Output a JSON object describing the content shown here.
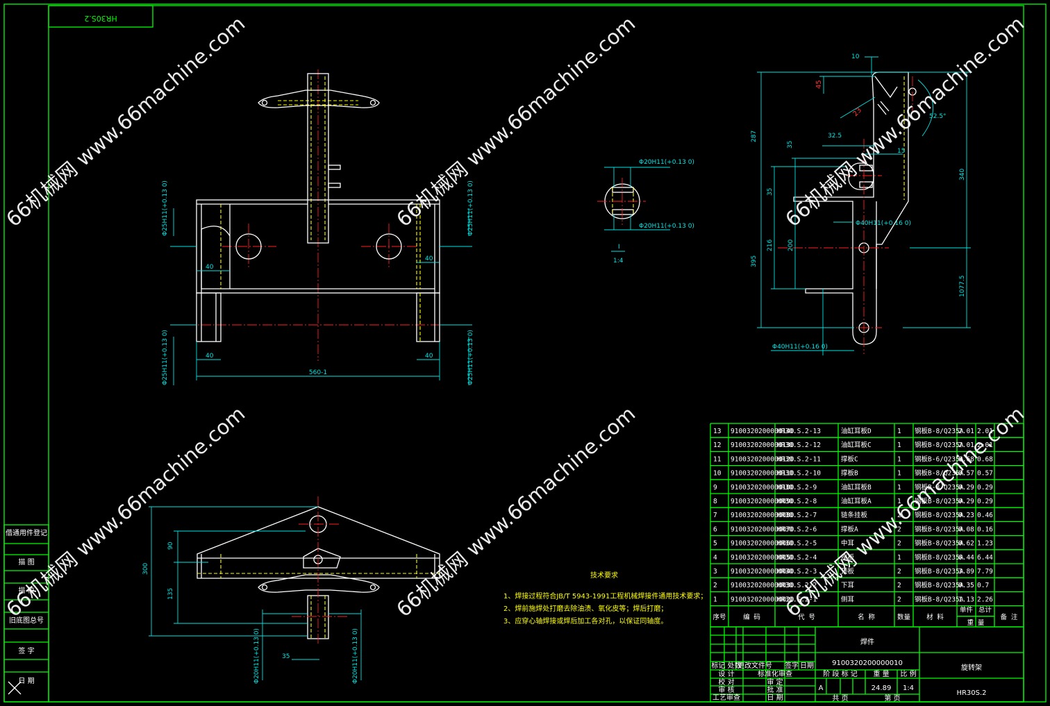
{
  "drawing_number_top": "HR30S.2",
  "watermark": "66机械网 www.66machine.com",
  "dims_front": {
    "fit_left_top": "Φ25H11(+0.13 0)",
    "fit_left_bottom": "Φ25H11(+0.13 0)",
    "fit_right_top": "Φ25H11(+0.13 0)",
    "fit_right_bottom": "Φ25H11(+0.13 0)",
    "d40_a": "40",
    "d40_b": "40",
    "d40_c": "40",
    "d40_d": "40",
    "width": "560-1"
  },
  "detail": {
    "fit_top": "Φ20H11(+0.13 0)",
    "fit_bottom": "Φ20H11(+0.13 0)",
    "label": "I",
    "scale": "1:4"
  },
  "dims_side": {
    "d10": "10",
    "d45": "45",
    "d23": "23",
    "d32_5": "32.5",
    "d15": "15",
    "d35": "35",
    "d287": "287",
    "d35b": "35",
    "d216": "216",
    "d200": "200",
    "d395": "395",
    "d340": "340",
    "d1077_5": "1077.5",
    "angle": "52.5°",
    "fit_mid": "Φ40H11(+0.16 0)",
    "fit_bot": "Φ40H11(+0.16 0)"
  },
  "dims_bottom": {
    "d90": "90",
    "d300": "300",
    "d135": "135",
    "d35": "35",
    "fit_left": "Φ20H11(+0.13 0)",
    "fit_right": "Φ20H11(+0.13 0)"
  },
  "tech": {
    "title": "技术要求",
    "items": [
      "1、焊接过程符合JB/T 5943-1991工程机械焊接件通用技术要求；",
      "2、焊前施焊处打磨去除油渍、氧化皮等；焊后打磨；",
      "3、应穿心轴焊接或焊后加工各对孔，以保证同轴度。"
    ]
  },
  "side_blocks": [
    "借通用件登记",
    "描 图",
    "描 校",
    "旧底图总号",
    "签 字",
    "日 期"
  ],
  "bom": {
    "rows": [
      [
        "13",
        "9100320200000140",
        "HR30.S.2-13",
        "油缸耳板D",
        "1",
        "钢板B-8/Q235A",
        "2.01",
        "2.01"
      ],
      [
        "12",
        "9100320200000130",
        "HR30.S.2-12",
        "油缸耳板C",
        "1",
        "钢板B-8/Q235A",
        "2.01",
        "2.01"
      ],
      [
        "11",
        "9100320200000120",
        "HR30.S.2-11",
        "撑板C",
        "1",
        "钢板B-6/Q235A",
        "0.68",
        "0.68"
      ],
      [
        "10",
        "9100320200000110",
        "HR30.S.2-10",
        "撑板B",
        "1",
        "钢板B-8/Q235A",
        "0.57",
        "0.57"
      ],
      [
        "9",
        "9100320200000100",
        "HR30.S.2-9",
        "油缸耳板B",
        "1",
        "钢板B-8/Q235A",
        "0.29",
        "0.29"
      ],
      [
        "8",
        "9100320200000090",
        "HR30.S.2-8",
        "油缸耳板A",
        "1",
        "钢板B-8/Q235A",
        "0.29",
        "0.29"
      ],
      [
        "7",
        "9100320200000080",
        "HR30.S.2-7",
        "链条挂板",
        "2",
        "钢板B-8/Q235A",
        "0.23",
        "0.46"
      ],
      [
        "6",
        "9100320200000070",
        "HR30.S.2-6",
        "撑板A",
        "2",
        "钢板B-8/Q235A",
        "0.08",
        "0.16"
      ],
      [
        "5",
        "9100320200000060",
        "HR30.S.2-5",
        "中耳",
        "2",
        "钢板B-8/Q235A",
        "0.62",
        "1.23"
      ],
      [
        "4",
        "9100320200000050",
        "HR30.S.2-4",
        "座板",
        "1",
        "钢板B-8/Q235A",
        "6.44",
        "6.44"
      ],
      [
        "3",
        "9100320200000040",
        "HR30.S.2-3",
        "顶板",
        "2",
        "钢板B-8/Q235A",
        "3.89",
        "7.79"
      ],
      [
        "2",
        "9100320200000030",
        "HR30.S.2-2",
        "下耳",
        "2",
        "钢板B-8/Q235A",
        "0.35",
        "0.7"
      ],
      [
        "1",
        "9100320200000020",
        "HR30.S.2-1",
        "侧耳",
        "2",
        "钢板B-8/Q235A",
        "1.13",
        "2.26"
      ]
    ],
    "header": [
      "序号",
      "编 码",
      "代 号",
      "名 称",
      "数量",
      "材 料",
      "单件",
      "总计",
      "备 注"
    ],
    "header_sub": "重 量"
  },
  "title_block": {
    "type": "焊件",
    "code": "9100320200000010",
    "name": "旋转架",
    "drawing_no": "HR30S.2",
    "stage_label": "阶 段 标 记",
    "weight_label": "重 量",
    "scale_label": "比 例",
    "stage": "A",
    "weight": "24.89",
    "scale": "1:4",
    "sheets": "共 页",
    "sheet": "第 页",
    "rows_left": [
      "标记 处数",
      "设 计",
      "校 对",
      "审 核",
      "工艺审查"
    ],
    "rows_mid": [
      "更改文件号",
      "标准化审查",
      "审 定",
      "批 准",
      "日 期"
    ],
    "sign_label": "签字",
    "date_label": "日期"
  }
}
